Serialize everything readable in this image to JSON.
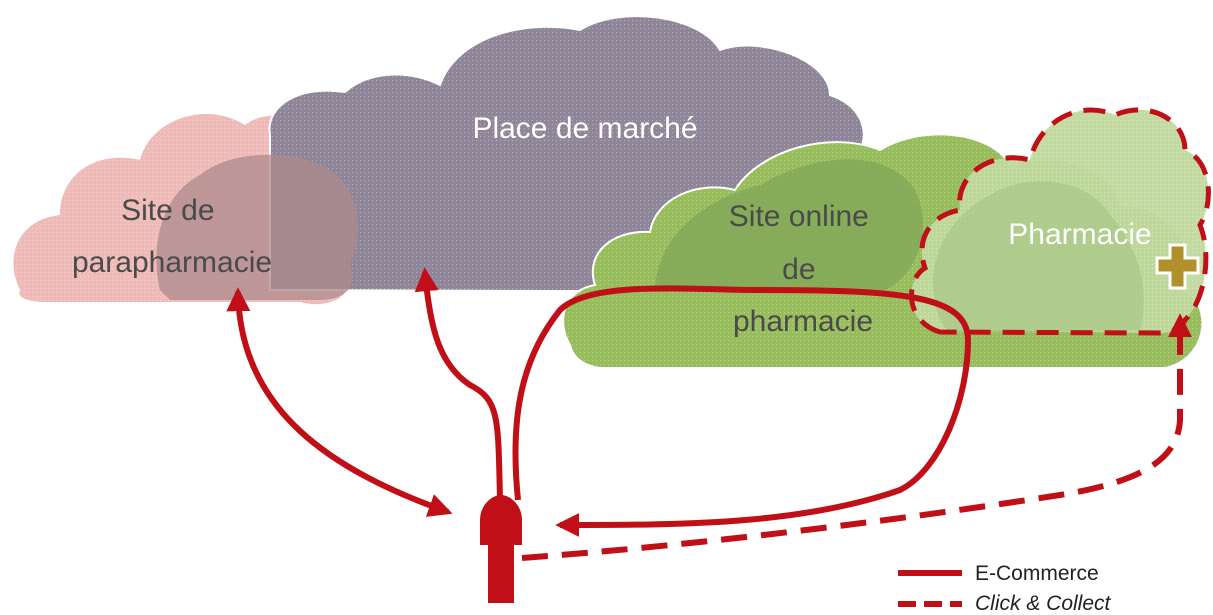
{
  "clouds": {
    "parapharmacie": {
      "label_lines": [
        "Site de",
        "parapharmacie"
      ],
      "color": "#ecb4b0"
    },
    "marketplace": {
      "label": "Place de marché",
      "color": "#8f8799"
    },
    "online_pharmacy": {
      "label_lines": [
        "Site online",
        "de",
        "pharmacie"
      ],
      "color": "#97bd5d"
    },
    "pharmacy": {
      "label": "Pharmacie",
      "color": "#c0d99e",
      "cross_color": "#b0902a"
    }
  },
  "flows": {
    "color": "#c00f16",
    "ecommerce_targets": [
      "parapharmacie",
      "marketplace",
      "online_pharmacy"
    ],
    "click_collect_target": "pharmacy"
  },
  "legend": {
    "items": [
      {
        "label": "E-Commerce",
        "style": "solid"
      },
      {
        "label": "Click & Collect",
        "style": "dashed"
      }
    ]
  },
  "icons": {
    "user": "user-icon",
    "pharmacy_cross": "pharmacy-cross-icon"
  }
}
